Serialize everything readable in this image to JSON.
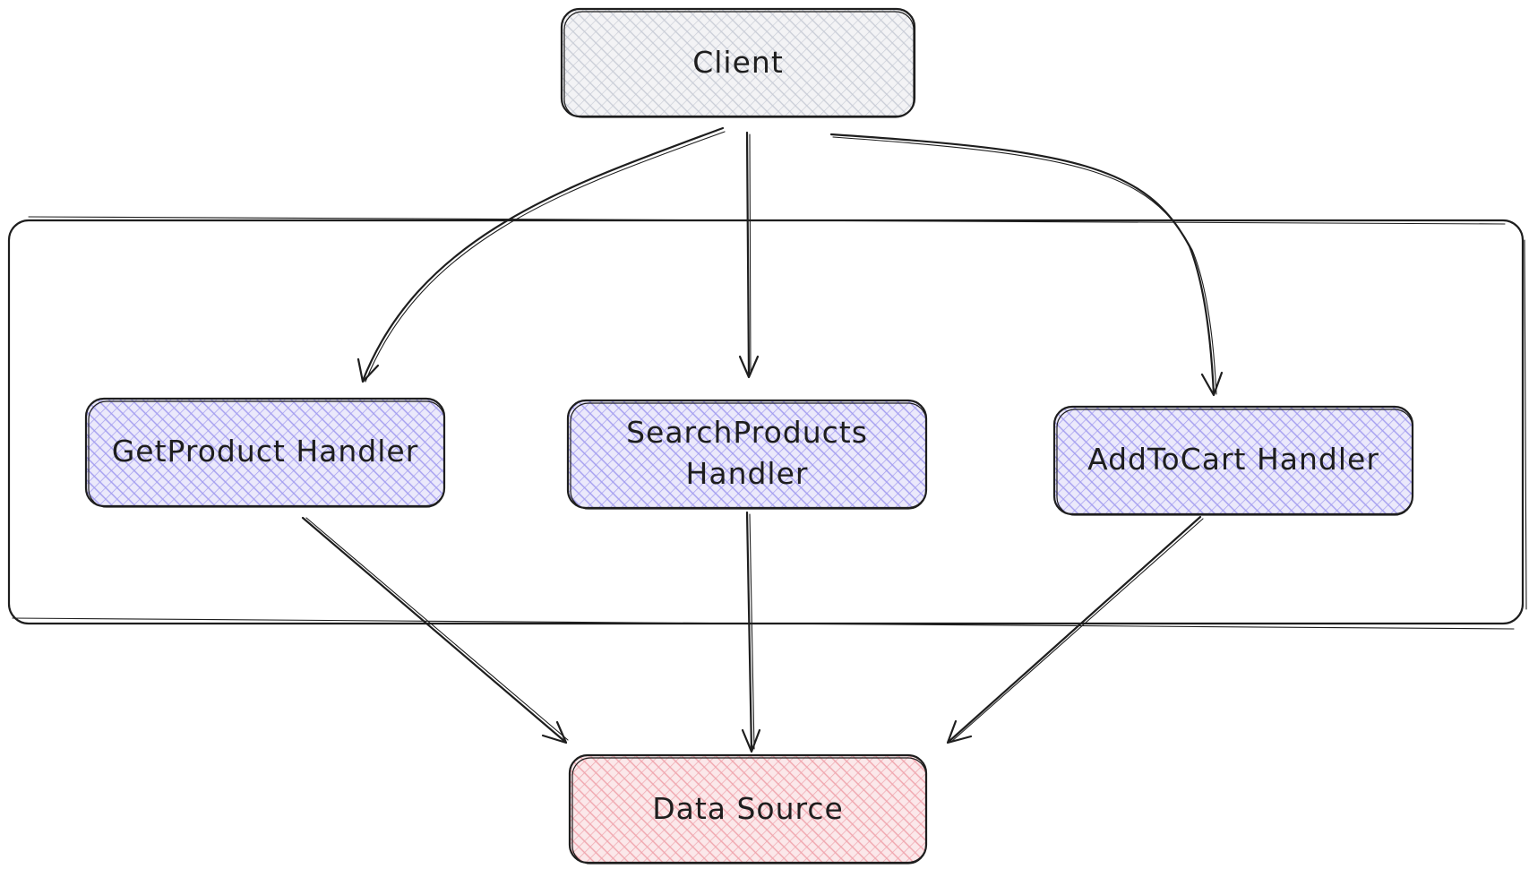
{
  "diagram": {
    "nodes": {
      "client": {
        "label": "Client",
        "fill": "#f3f3f5",
        "hatch": "#c8ccd6"
      },
      "get_product": {
        "label": "GetProduct Handler",
        "fill": "#ebe9fb",
        "hatch": "#a39df0"
      },
      "search_products": {
        "label_lines": [
          "SearchProducts",
          "Handler"
        ],
        "fill": "#ebe9fb",
        "hatch": "#a39df0"
      },
      "add_to_cart": {
        "label": "AddToCart Handler",
        "fill": "#ebe9fb",
        "hatch": "#a39df0"
      },
      "data_source": {
        "label": "Data Source",
        "fill": "#fbe8ea",
        "hatch": "#f0a5ad"
      }
    },
    "edges": [
      {
        "from": "client",
        "to": "get_product"
      },
      {
        "from": "client",
        "to": "search_products"
      },
      {
        "from": "client",
        "to": "add_to_cart"
      },
      {
        "from": "get_product",
        "to": "data_source"
      },
      {
        "from": "search_products",
        "to": "data_source"
      },
      {
        "from": "add_to_cart",
        "to": "data_source"
      }
    ],
    "colors": {
      "stroke": "#1e1e1e",
      "background": "#ffffff"
    }
  }
}
